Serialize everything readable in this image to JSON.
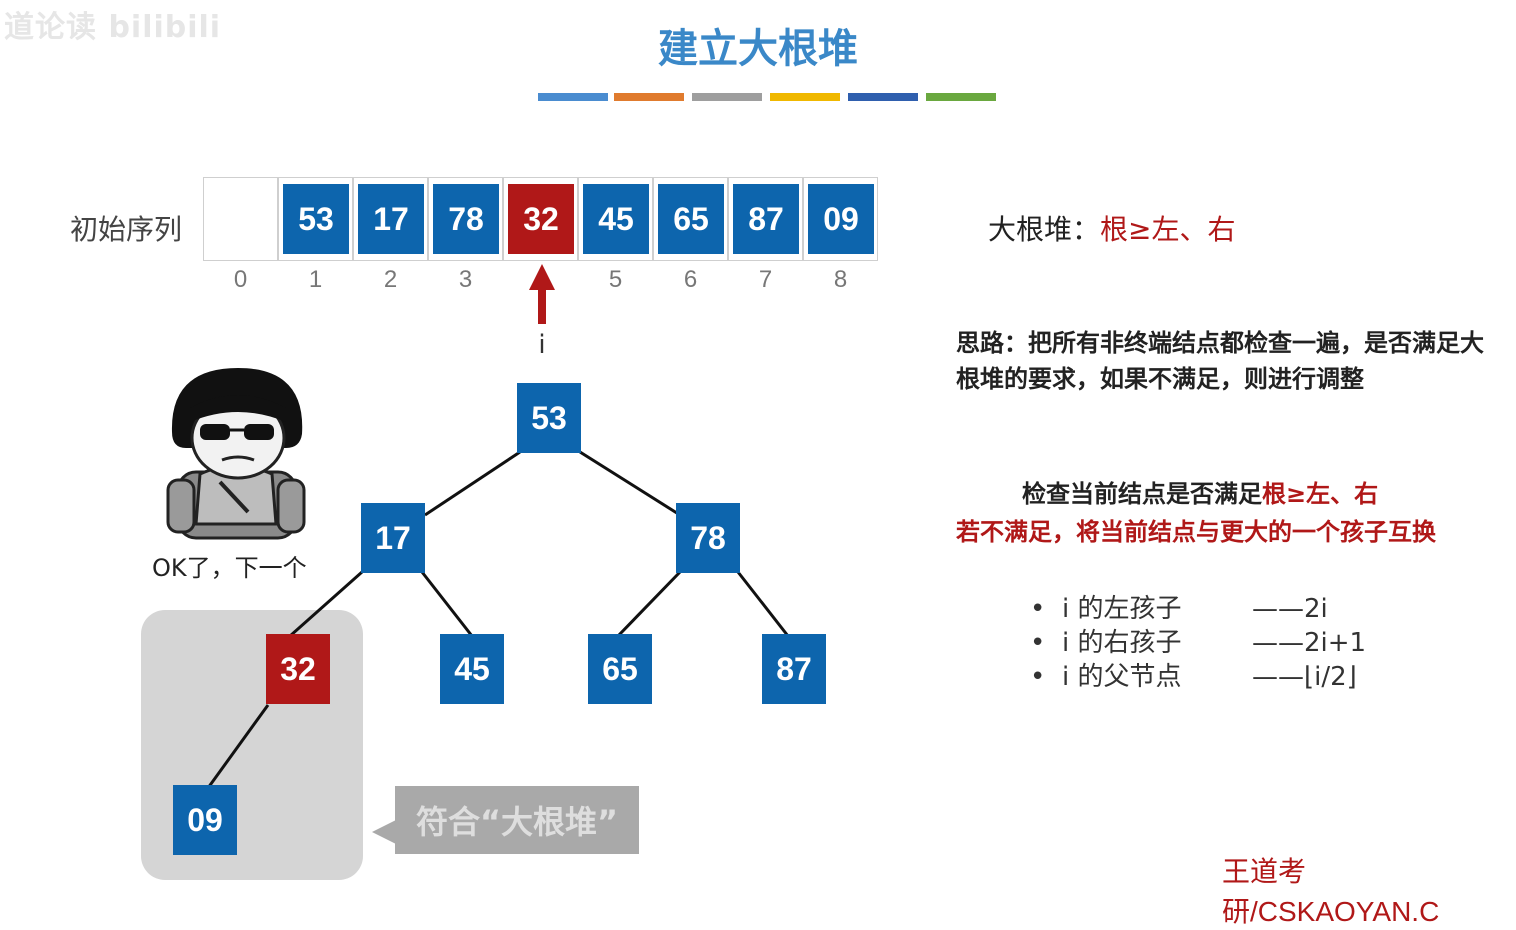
{
  "watermark": "道论读 bilibili",
  "title": "建立大根堆",
  "stripe_colors": [
    "#4a8cd0",
    "#e07b2e",
    "#9e9e9e",
    "#f0b800",
    "#2f5fae",
    "#6aa83f"
  ],
  "sequence": {
    "label": "初始序列",
    "indices": [
      "0",
      "1",
      "2",
      "3",
      "4",
      "5",
      "6",
      "7",
      "8"
    ],
    "values": [
      "",
      "53",
      "17",
      "78",
      "32",
      "45",
      "65",
      "87",
      "09"
    ],
    "highlight_index": 4,
    "pointer_label": "i"
  },
  "tree": {
    "nodes": [
      "53",
      "17",
      "78",
      "32",
      "45",
      "65",
      "87",
      "09"
    ],
    "highlight_node": "32",
    "bubble": "符合“大根堆”"
  },
  "meme_caption": "OK了，下一个",
  "rule": {
    "prefix": "大根堆：",
    "text": "根≥左、右"
  },
  "idea": "思路：把所有非终端结点都检查一遍，是否满足大根堆的要求，如果不满足，则进行调整",
  "check": {
    "line1_prefix": "检查当前结点是否满足",
    "line1_red": "根≥左、右",
    "line2": "若不满足，将当前结点与更大的一个孩子互换"
  },
  "formulas": [
    {
      "bullet": "•",
      "label": "i 的左孩子",
      "value": "——2i"
    },
    {
      "bullet": "•",
      "label": "i 的右孩子",
      "value": "——2i+1"
    },
    {
      "bullet": "•",
      "label": "i 的父节点",
      "value": "——⌊i/2⌋"
    }
  ],
  "footer": "王道考研/CSKAOYAN.C",
  "colors": {
    "accent_blue": "#0d65ad",
    "accent_red": "#b01818",
    "title_blue": "#3a88c8"
  }
}
